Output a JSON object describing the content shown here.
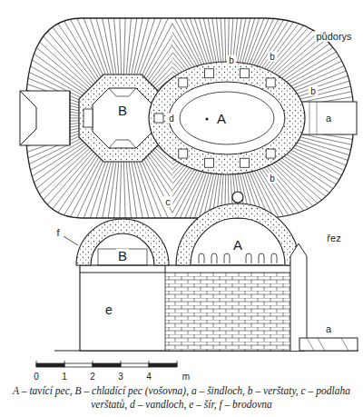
{
  "diagram": {
    "caption": "A – tavící pec, B – chladící pec (vošovna), a – šindloch, b – verštaty, c – podlaha verštatů, d – vandloch, e – šír, f – brodovna",
    "labels": [
      "půdorys",
      "B",
      "d",
      "A",
      "a",
      "b",
      "b",
      "b",
      "b",
      "c",
      "řez",
      "f",
      "B",
      "A",
      "e",
      "a",
      "0",
      "1",
      "2",
      "3",
      "4",
      "m"
    ]
  }
}
